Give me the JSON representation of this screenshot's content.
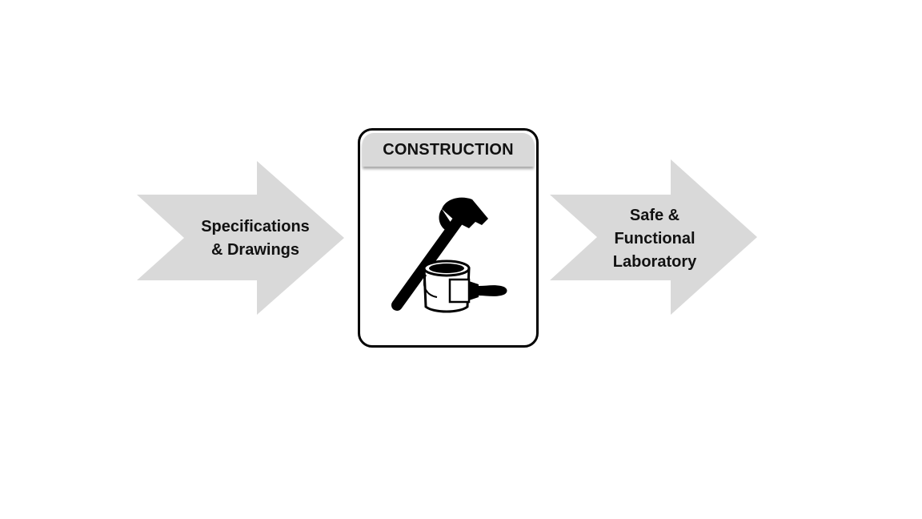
{
  "diagram": {
    "input": {
      "lines": [
        "Specifications",
        "& Drawings"
      ]
    },
    "process": {
      "title": "CONSTRUCTION",
      "icon": "hammer-paint-bucket-brush-icon"
    },
    "output": {
      "lines": [
        "Safe &",
        "Functional",
        "Laboratory"
      ]
    },
    "colors": {
      "arrow_fill": "#d9d9d9",
      "card_border": "#000000",
      "header_fill": "#d9d9d9",
      "text": "#111111"
    }
  }
}
